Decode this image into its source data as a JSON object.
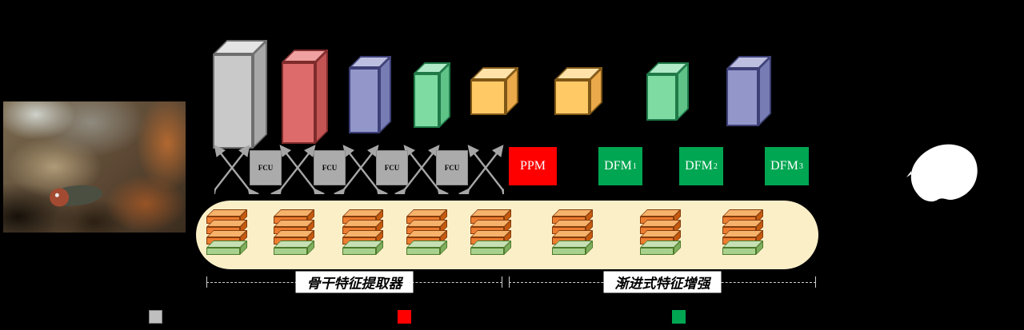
{
  "modules": {
    "fcu_units": [
      {
        "label": "FCU"
      },
      {
        "label": "FCU"
      },
      {
        "label": "FCU"
      },
      {
        "label": "FCU"
      }
    ],
    "ppm": {
      "label": "PPM",
      "color": "#FE0000"
    },
    "dfm_units": [
      {
        "label": "DFM",
        "sup": "1",
        "color": "#00A651"
      },
      {
        "label": "DFM",
        "sup": "2",
        "color": "#00A651"
      },
      {
        "label": "DFM",
        "sup": "3",
        "color": "#00A651"
      }
    ]
  },
  "sections": {
    "backbone_label": "骨干特征提取器",
    "enhancement_label": "渐进式特征增强"
  },
  "legend": {
    "items": [
      {
        "name": "backbone-block-color",
        "color": "#BFBFBF"
      },
      {
        "name": "ppm-block-color",
        "color": "#FE0000"
      },
      {
        "name": "dfm-block-color",
        "color": "#00A651"
      }
    ]
  },
  "colors": {
    "background": "#000000",
    "stack_container": "#FBEFC8",
    "stack_orange": "#ED7D31",
    "stack_green": "#A9D18E",
    "plate_gray": "#C9C9C9",
    "plate_red": "#DE6B6B",
    "plate_purple": "#9396C8",
    "plate_green": "#7EDCA2",
    "cube_orange": "#FFC966",
    "mask": "#FFFFFF"
  }
}
